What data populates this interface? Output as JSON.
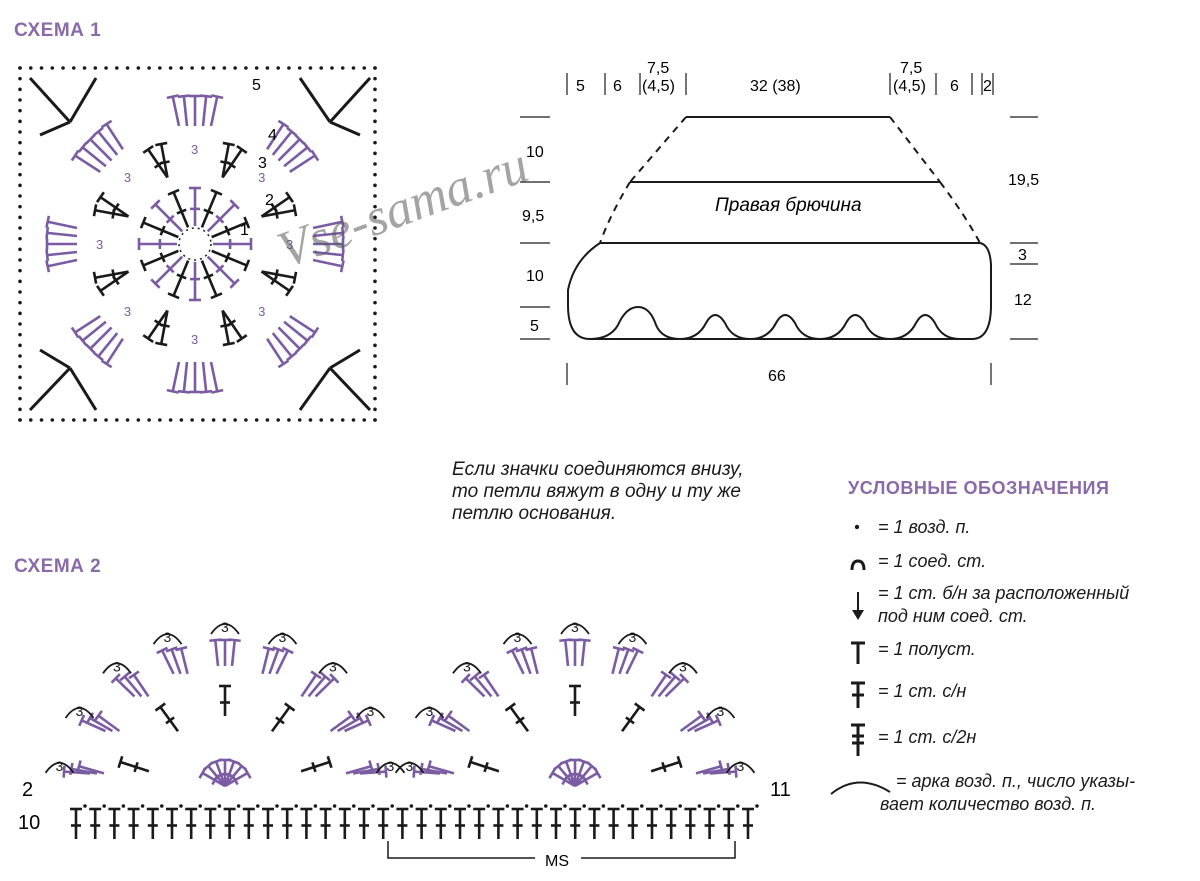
{
  "scheme1": {
    "title": "СХЕМА 1",
    "row_labels": [
      "1",
      "2",
      "3",
      "4",
      "5"
    ],
    "arch_label": "3"
  },
  "scheme2": {
    "title": "СХЕМА 2",
    "left_labels": [
      "2",
      "10"
    ],
    "right_label": "11",
    "repeat_label": "MS",
    "arch_label": "3"
  },
  "watermark": "Vse-sama.ru",
  "pattern": {
    "part_label": "Правая брючина",
    "top_dims": [
      "5",
      "6",
      "7,5",
      "(4,5)",
      "32 (38)",
      "7,5",
      "(4,5)",
      "6",
      "2"
    ],
    "left_dims": [
      "10",
      "9,5",
      "10",
      "5"
    ],
    "right_dims": [
      "19,5",
      "3",
      "12"
    ],
    "bottom_dim": "66"
  },
  "note": {
    "lines": [
      "Если значки соединяются внизу,",
      "то петли вяжут в одну и ту же",
      "петлю основания."
    ]
  },
  "legend": {
    "title": "УСЛОВНЫЕ ОБОЗНАЧЕНИЯ",
    "items": [
      {
        "symbol": "chain-dot-icon",
        "text": "= 1 возд. п."
      },
      {
        "symbol": "slip-stitch-icon",
        "text": "= 1 соед. ст."
      },
      {
        "symbol": "arrow-down-icon",
        "text": "= 1 ст. б/н за расположенный под ним соед. ст.",
        "line1": "= 1 ст. б/н за расположенный",
        "line2": "под ним соед. ст."
      },
      {
        "symbol": "half-dc-icon",
        "text": "= 1 полуст."
      },
      {
        "symbol": "dc-icon",
        "text": "= 1 ст. с/н"
      },
      {
        "symbol": "tr-icon",
        "text": "= 1 ст. с/2н"
      },
      {
        "symbol": "arch-icon",
        "text": "= арка возд. п., число указывает количество возд. п.",
        "line1": "= арка возд. п., число указы-",
        "line2": "вает количество возд. п."
      }
    ]
  },
  "colors": {
    "purple": "#7b5ca3",
    "black": "#1a1a1a",
    "heading": "#8a6aa8"
  }
}
